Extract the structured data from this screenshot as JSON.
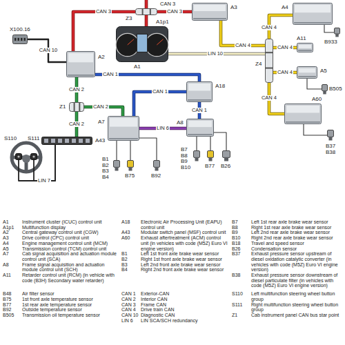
{
  "diagram": {
    "nodes": [
      {
        "text": [
          "X100.16"
        ]
      },
      {
        "text": [
          "Z3"
        ]
      },
      {
        "text": [
          "A3"
        ]
      },
      {
        "text": [
          "A4"
        ]
      },
      {
        "text": [
          "B933"
        ]
      },
      {
        "text": [
          "A1p1",
          "A1"
        ]
      },
      {
        "text": [
          "A2"
        ]
      },
      {
        "text": [
          "Z4"
        ]
      },
      {
        "text": [
          "A11"
        ]
      },
      {
        "text": [
          "A5"
        ]
      },
      {
        "text": [
          "A18"
        ]
      },
      {
        "text": [
          "B505"
        ]
      },
      {
        "text": [
          "Z1"
        ]
      },
      {
        "text": [
          "A7"
        ]
      },
      {
        "text": [
          "A8"
        ]
      },
      {
        "text": [
          "A60"
        ]
      },
      {
        "text": [
          "A43"
        ]
      },
      {
        "text": [
          "S110"
        ]
      },
      {
        "text": [
          "S111"
        ]
      },
      {
        "text": [
          "B1",
          "B2",
          "B3",
          "B4"
        ]
      },
      {
        "text": [
          "B75"
        ]
      },
      {
        "text": [
          "B92"
        ]
      },
      {
        "text": [
          "B7",
          "B8",
          "B9",
          "B10"
        ]
      },
      {
        "text": [
          "B77"
        ]
      },
      {
        "text": [
          "B26"
        ]
      },
      {
        "text": [
          "B37",
          "B38"
        ]
      }
    ],
    "edges": [
      {
        "from": 0,
        "to": 6,
        "arrow": "none",
        "label": "CAN 10"
      },
      {
        "from": 6,
        "to": 1,
        "arrow": "none",
        "label": "CAN 3"
      },
      {
        "from": 1,
        "to": 2,
        "arrow": "none",
        "label": "CAN 3"
      },
      {
        "from": 1,
        "to": 5,
        "arrow": "none"
      },
      {
        "from": 2,
        "to": 7,
        "arrow": "none",
        "label": "CAN 4"
      },
      {
        "from": 7,
        "to": 3,
        "arrow": "none",
        "label": "CAN 4"
      },
      {
        "from": 4,
        "to": 3,
        "arrow": "none"
      },
      {
        "from": 7,
        "to": 8,
        "arrow": "none",
        "label": "CAN 4"
      },
      {
        "from": 7,
        "to": 9,
        "arrow": "none",
        "label": "CAN 4"
      },
      {
        "from": 11,
        "to": 9,
        "arrow": "none"
      },
      {
        "from": 7,
        "to": 15,
        "arrow": "none",
        "label": "CAN 4"
      },
      {
        "from": 25,
        "to": 15,
        "arrow": "none"
      },
      {
        "from": 5,
        "to": 7,
        "arrow": "none",
        "label": "LIN 10"
      },
      {
        "from": 6,
        "to": 10,
        "arrow": "none",
        "label": "CAN 1"
      },
      {
        "from": 6,
        "to": 12,
        "arrow": "none",
        "label": "CAN 2"
      },
      {
        "from": 12,
        "to": 16,
        "arrow": "none",
        "label": "CAN 2"
      },
      {
        "from": 12,
        "to": 13,
        "arrow": "none",
        "label": "CAN 2"
      },
      {
        "from": 13,
        "to": 10,
        "arrow": "none",
        "label": "CAN 1"
      },
      {
        "from": 14,
        "to": 10,
        "arrow": "none",
        "label": "CAN 1"
      },
      {
        "from": 13,
        "to": 14,
        "arrow": "none",
        "label": "LIN 6"
      },
      {
        "from": 16,
        "to": 17,
        "arrow": "none",
        "label": "LIN 7"
      },
      {
        "from": 16,
        "to": 18,
        "arrow": "none"
      },
      {
        "from": 13,
        "to": 19,
        "arrow": "none"
      },
      {
        "from": 13,
        "to": 20,
        "arrow": "none"
      },
      {
        "from": 13,
        "to": 21,
        "arrow": "none"
      },
      {
        "from": 14,
        "to": 22,
        "arrow": "none"
      },
      {
        "from": 14,
        "to": 23,
        "arrow": "none"
      },
      {
        "from": 14,
        "to": 24,
        "arrow": "none"
      }
    ],
    "labels": [
      "CAN 3",
      "A1",
      "Instrument cluster (ICUC) control unit",
      "A1p1",
      "Multifunction display",
      "A2",
      "Central gateway control unit (CGW)",
      "A3",
      "Drive control (CPC) control unit",
      "A4",
      "Engine management control unit (MCM)",
      "A5",
      "Transmission control (TCM) control unit",
      "A7",
      "Cab signal acquisition and actuation module control unit (SCA)",
      "A8",
      "Frame signal acquisition and actuation module control unit (SCH)",
      "A11",
      "Retarder control unit (RCM) (in vehicle with code (B3H) Secondary water retarder)",
      "A18",
      "Electronic Air Processing Unit (EAPU) control unit",
      "A43",
      "Modular switch panel (MSF) control unit",
      "A60",
      "Exhaust aftertreatment (ACM) control unit (in vehicles with code (M5Z) Euro VI engine version)",
      "B1",
      "Left 1st front axle brake wear sensor",
      "B2",
      "Right 1st front axle brake wear sensor",
      "B3",
      "Left 2nd front axle brake wear sensor",
      "B4",
      "Right 2nd front axle brake wear sensor",
      "B7",
      "Left 1st rear axle brake wear sensor",
      "B8",
      "Right 1st rear axle brake wear sensor",
      "B9",
      "Left 2nd rear axle brake wear sensor",
      "B10",
      "Right 2nd rear axle brake wear sensor",
      "B18",
      "Travel and speed sensor",
      "B26",
      "Condensation sensor",
      "B37",
      "Exhaust pressure sensor upstream of diesel oxidation catalytic converter (in vehicles with code (M5Z) Euro VI engine version)",
      "B38",
      "Exhaust pressure sensor downstream of diesel particulate filter (in vehicles with code (M5Z) Euro VI engine version)",
      "B48",
      "Air filter sensor",
      "B75",
      "1st front axle temperature sensor",
      "B77",
      "1st rear axle temperature sensor",
      "B92",
      "Outside temperature sensor",
      "B505",
      "Transmission oil temperature sensor",
      "CAN 1",
      "Exterior-CAN",
      "CAN 2",
      "Interior CAN",
      "CAN 3",
      "Frame CAN",
      "CAN 4",
      "Drive train CAN",
      "CAN 10",
      "Diagnostic CAN",
      "LIN 6",
      "LIN SCA/SCH redundancy",
      "S110",
      "Left multifunction steering wheel button group",
      "S111",
      "Right multifunction steering wheel button group",
      "Z1",
      "Cab instrument panel CAN bus star point"
    ]
  }
}
